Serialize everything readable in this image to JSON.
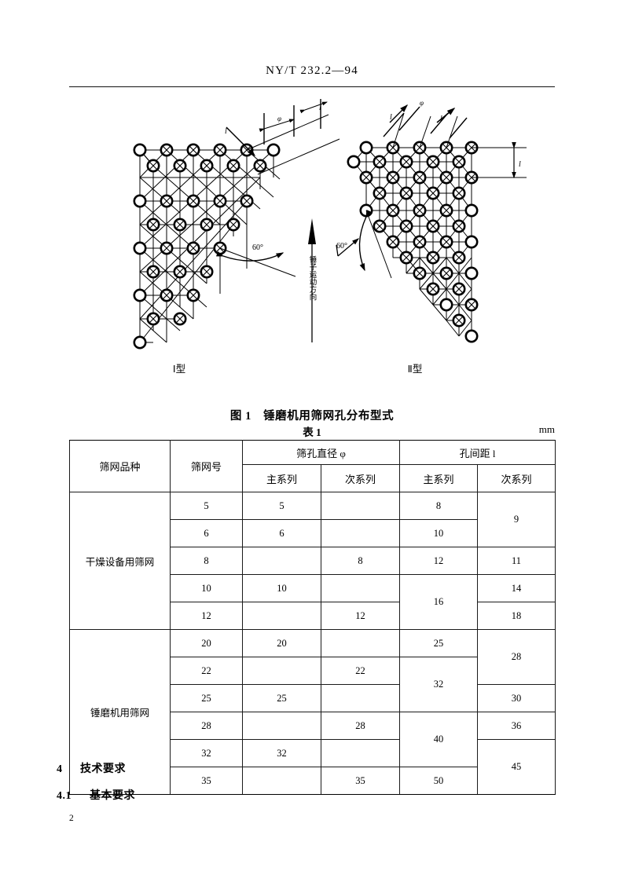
{
  "header": {
    "standard_code": "NY/T 232.2—94"
  },
  "figure": {
    "caption": "图 1　锤磨机用筛网孔分布型式",
    "left_label": "Ⅰ型",
    "right_label": "Ⅱ型",
    "angle_left": "60°",
    "angle_right": "60°",
    "dim_diameter": "φ",
    "dim_pitch": "l",
    "direction_text": "锤子运动方向"
  },
  "table": {
    "caption": "表 1",
    "unit": "mm",
    "headers": {
      "kind": "筛网品种",
      "number": "筛网号",
      "diameter_group": "筛孔直径 φ",
      "pitch_group": "孔间距 l",
      "main_series": "主系列",
      "sub_series": "次系列"
    },
    "sections": [
      {
        "kind": "干燥设备用筛网",
        "rows": [
          {
            "number": "5",
            "d_main": "5",
            "d_sub": "",
            "l_main": "8",
            "l_main_span": 1,
            "l_sub": "9",
            "l_sub_span": 2
          },
          {
            "number": "6",
            "d_main": "6",
            "d_sub": "",
            "l_main": "10",
            "l_main_span": 1,
            "l_sub": null,
            "l_sub_span": 0
          },
          {
            "number": "8",
            "d_main": "",
            "d_sub": "8",
            "l_main": "12",
            "l_main_span": 1,
            "l_sub": "11",
            "l_sub_span": 1
          },
          {
            "number": "10",
            "d_main": "10",
            "d_sub": "",
            "l_main": "16",
            "l_main_span": 2,
            "l_sub": "14",
            "l_sub_span": 1
          },
          {
            "number": "12",
            "d_main": "",
            "d_sub": "12",
            "l_main": null,
            "l_main_span": 0,
            "l_sub": "18",
            "l_sub_span": 1
          }
        ]
      },
      {
        "kind": "锤磨机用筛网",
        "rows": [
          {
            "number": "20",
            "d_main": "20",
            "d_sub": "",
            "l_main": "25",
            "l_main_span": 1,
            "l_sub": "28",
            "l_sub_span": 2
          },
          {
            "number": "22",
            "d_main": "",
            "d_sub": "22",
            "l_main": "32",
            "l_main_span": 2,
            "l_sub": null,
            "l_sub_span": 0
          },
          {
            "number": "25",
            "d_main": "25",
            "d_sub": "",
            "l_main": null,
            "l_main_span": 0,
            "l_sub": "30",
            "l_sub_span": 1
          },
          {
            "number": "28",
            "d_main": "",
            "d_sub": "28",
            "l_main": "40",
            "l_main_span": 2,
            "l_sub": "36",
            "l_sub_span": 1
          },
          {
            "number": "32",
            "d_main": "32",
            "d_sub": "",
            "l_main": null,
            "l_main_span": 0,
            "l_sub": "45",
            "l_sub_span": 2
          },
          {
            "number": "35",
            "d_main": "",
            "d_sub": "35",
            "l_main": "50",
            "l_main_span": 1,
            "l_sub": null,
            "l_sub_span": 0
          }
        ]
      }
    ]
  },
  "body": {
    "section_4_number": "4",
    "section_4_title": "技术要求",
    "section_41_number": "4.1",
    "section_41_title": "基本要求",
    "page_number": "2"
  }
}
